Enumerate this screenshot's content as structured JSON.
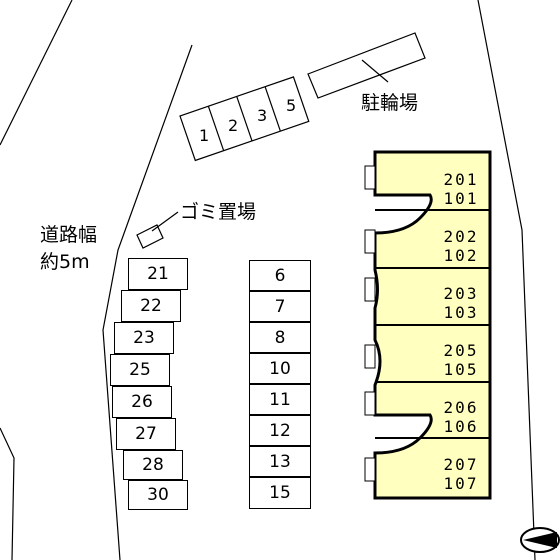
{
  "road": {
    "label_line1": "道路幅",
    "label_line2": "約5m"
  },
  "bicycle_parking": {
    "label": "駐輪場"
  },
  "garbage": {
    "label": "ゴミ置場"
  },
  "north_slots": [
    "1",
    "2",
    "3",
    "5"
  ],
  "left_slots": [
    "21",
    "22",
    "23",
    "25",
    "26",
    "27",
    "28",
    "30"
  ],
  "middle_slots": [
    "6",
    "7",
    "8",
    "10",
    "11",
    "12",
    "13",
    "15"
  ],
  "building": {
    "fill": "#ffffc0",
    "units": [
      {
        "upper": "201",
        "lower": "101"
      },
      {
        "upper": "202",
        "lower": "102"
      },
      {
        "upper": "203",
        "lower": "103"
      },
      {
        "upper": "205",
        "lower": "105"
      },
      {
        "upper": "206",
        "lower": "106"
      },
      {
        "upper": "207",
        "lower": "107"
      }
    ]
  },
  "compass": {
    "icon": "north-arrow-icon"
  }
}
